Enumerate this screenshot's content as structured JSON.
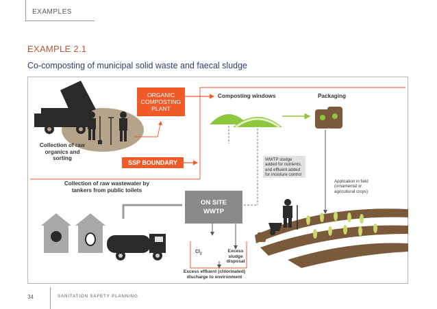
{
  "header": {
    "section": "EXAMPLES"
  },
  "example": {
    "label": "EXAMPLE 2.1",
    "title": "Co-composting of municipal solid waste and faecal sludge"
  },
  "diagram": {
    "organic_plant": "ORGANIC COMPOSTING PLANT",
    "composting_windows": "Composting windows",
    "packaging": "Packaging",
    "collection_organics": "Collection of raw organics and sorting",
    "ssp_boundary": "SSP BOUNDARY",
    "wwtp_sludge_note": "WWTP sludge added for nutrients, and effluent added for moisture control",
    "application_field": "Application in field (ornamental or agricultural crops)",
    "collection_wastewater": "Collection of raw wastewater by tankers from public toilets",
    "onsite_wwtp": "ON SITE WWTP",
    "cl2": "Cl",
    "cl2_sub": "2",
    "excess_sludge": "Excess sludge disposal",
    "excess_effluent": "Excess effluent (chlorinated) discharge to environment"
  },
  "colors": {
    "accent_orange": "#f05a28",
    "accent_green": "#8dc63f",
    "wwtp_grey": "#8a8a8a",
    "dark": "#333333"
  },
  "footer": {
    "page": "34",
    "publication": "SANITATION SAFETY PLANNING"
  }
}
